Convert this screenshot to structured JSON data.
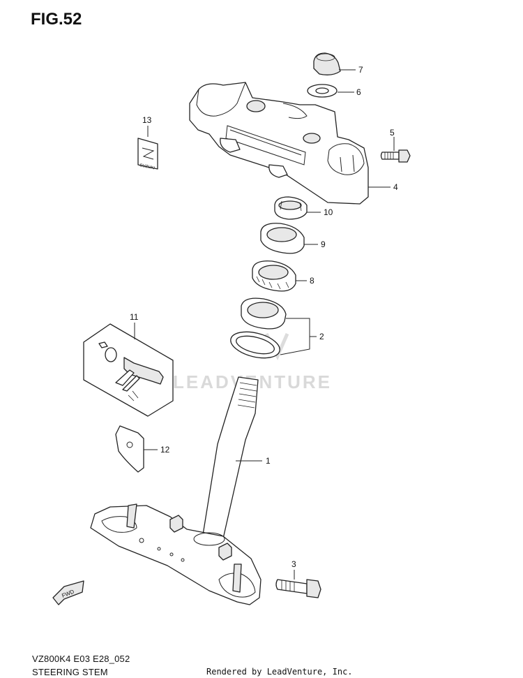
{
  "figure": {
    "title": "FIG.52"
  },
  "footer": {
    "model_code": "VZ800K4 E03 E28_052",
    "section_name": "STEERING STEM",
    "credit": "Rendered by LeadVenture, Inc."
  },
  "watermark": "LEADVENTURE",
  "fwd_label": "FWD",
  "badge_text": "SUZUKI",
  "callouts": [
    "1",
    "2",
    "3",
    "4",
    "5",
    "6",
    "7",
    "8",
    "9",
    "10",
    "11",
    "12",
    "13"
  ]
}
